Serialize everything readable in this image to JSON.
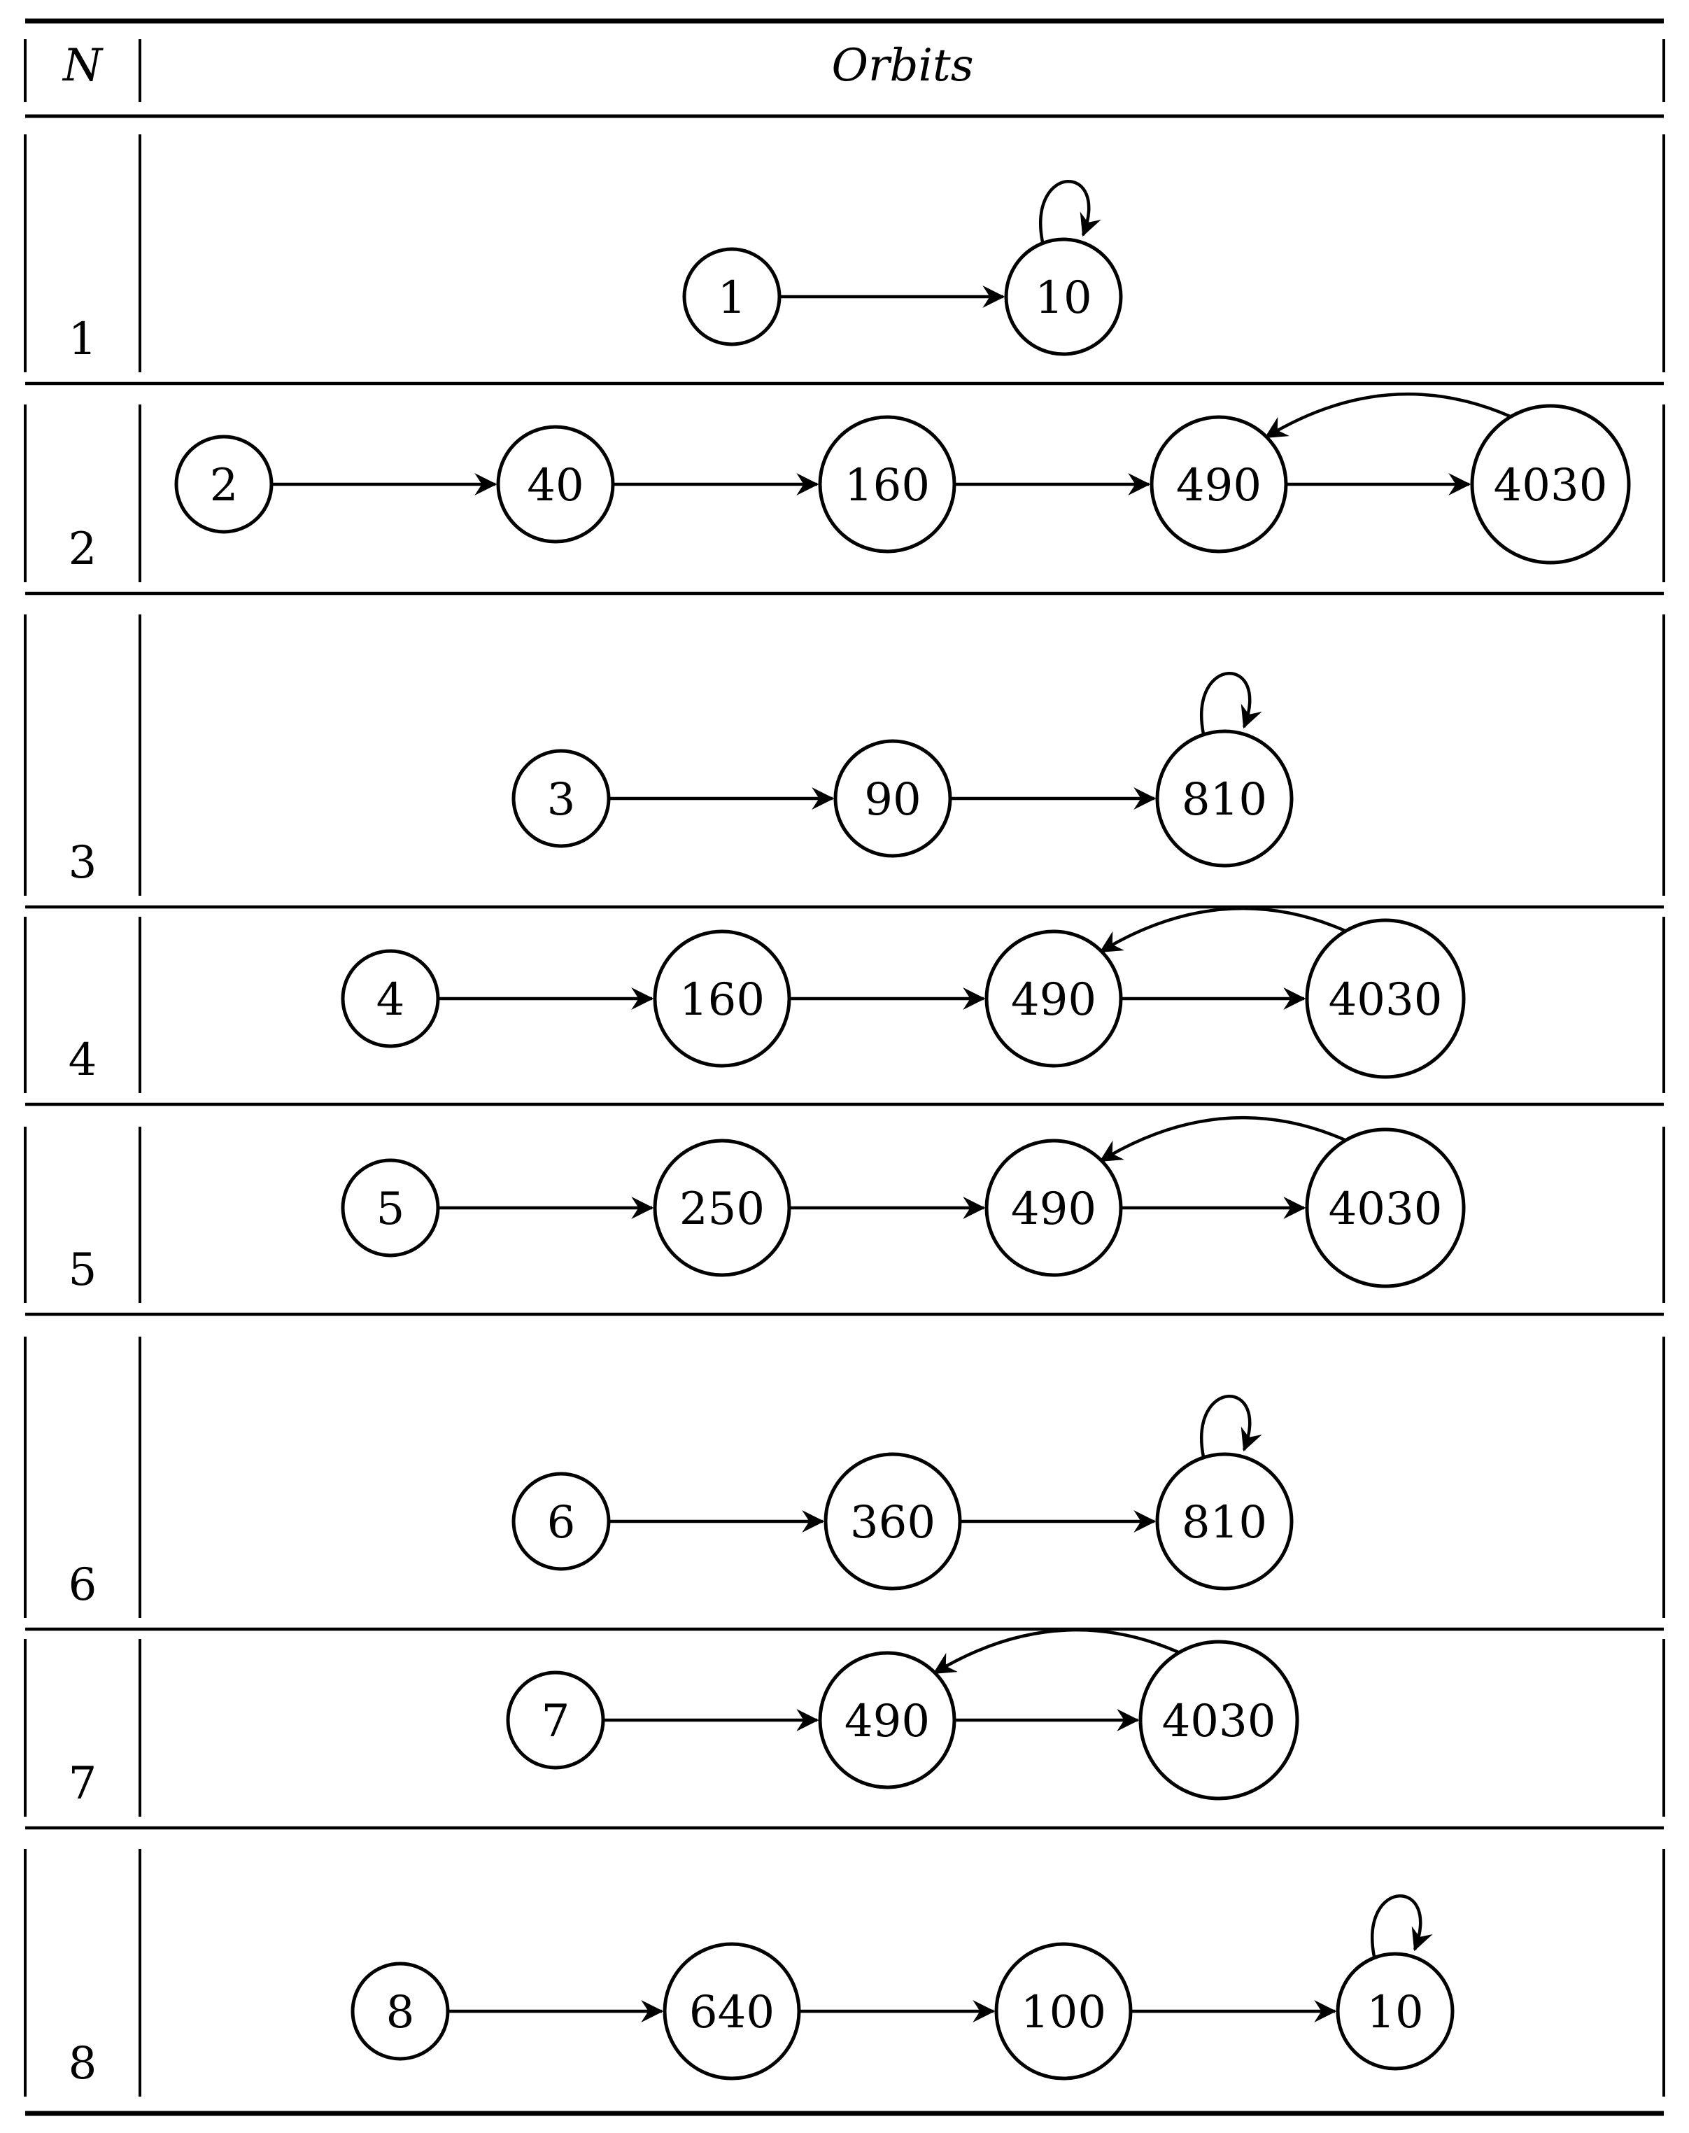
{
  "table": {
    "header": {
      "n": "N",
      "orbits": "Orbits"
    },
    "rows": [
      {
        "n": "1",
        "nodes": [
          "1",
          "10"
        ],
        "cycle": "self"
      },
      {
        "n": "2",
        "nodes": [
          "2",
          "40",
          "160",
          "490",
          "4030"
        ],
        "cycle": "back"
      },
      {
        "n": "3",
        "nodes": [
          "3",
          "90",
          "810"
        ],
        "cycle": "self"
      },
      {
        "n": "4",
        "nodes": [
          "4",
          "160",
          "490",
          "4030"
        ],
        "cycle": "back"
      },
      {
        "n": "5",
        "nodes": [
          "5",
          "250",
          "490",
          "4030"
        ],
        "cycle": "back"
      },
      {
        "n": "6",
        "nodes": [
          "6",
          "360",
          "810"
        ],
        "cycle": "self"
      },
      {
        "n": "7",
        "nodes": [
          "7",
          "490",
          "4030"
        ],
        "cycle": "back"
      },
      {
        "n": "8",
        "nodes": [
          "8",
          "640",
          "100",
          "10"
        ],
        "cycle": "self"
      }
    ]
  }
}
